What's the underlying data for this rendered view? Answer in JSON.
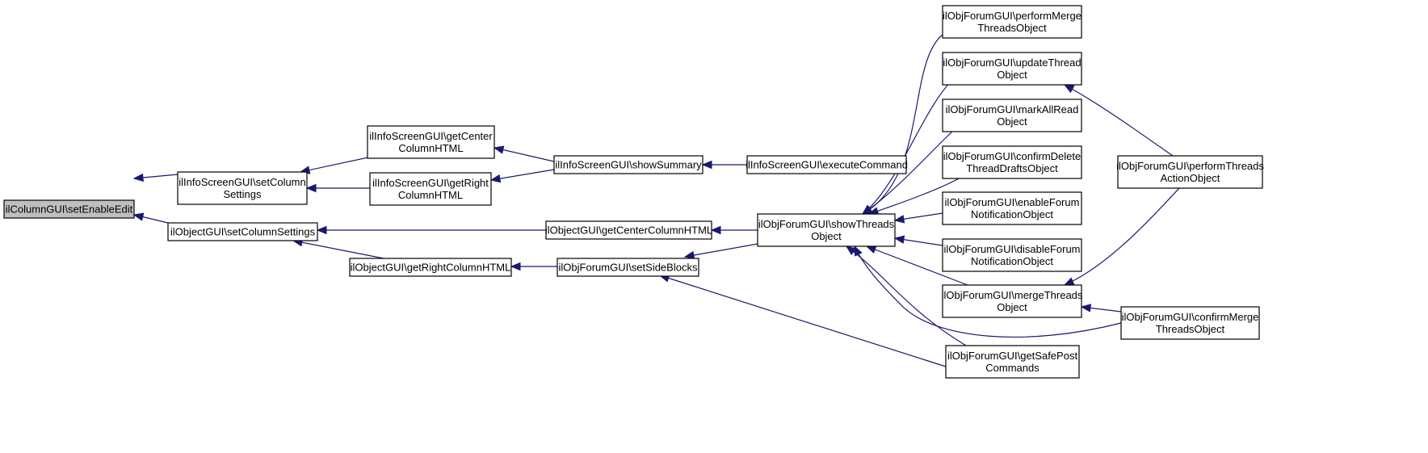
{
  "colors": {
    "edge": "#191970",
    "root_fill": "#bfbfbf",
    "node_fill": "#ffffff",
    "border": "#000000"
  },
  "nodes": [
    {
      "id": "n0",
      "lines": [
        "ilColumnGUI\\setEnableEdit"
      ],
      "root": true
    },
    {
      "id": "n1",
      "lines": [
        "ilInfoScreenGUI\\setColumn",
        "Settings"
      ]
    },
    {
      "id": "n2",
      "lines": [
        "ilObjectGUI\\setColumnSettings"
      ]
    },
    {
      "id": "n3",
      "lines": [
        "ilInfoScreenGUI\\getCenter",
        "ColumnHTML"
      ]
    },
    {
      "id": "n4",
      "lines": [
        "ilInfoScreenGUI\\getRight",
        "ColumnHTML"
      ]
    },
    {
      "id": "n5",
      "lines": [
        "ilObjectGUI\\getRightColumnHTML"
      ]
    },
    {
      "id": "n6",
      "lines": [
        "ilInfoScreenGUI\\showSummary"
      ]
    },
    {
      "id": "n7",
      "lines": [
        "ilObjectGUI\\getCenterColumnHTML"
      ]
    },
    {
      "id": "n8",
      "lines": [
        "ilObjForumGUI\\setSideBlocks"
      ]
    },
    {
      "id": "n9",
      "lines": [
        "ilInfoScreenGUI\\executeCommand"
      ]
    },
    {
      "id": "n10",
      "lines": [
        "ilObjForumGUI\\showThreads",
        "Object"
      ]
    },
    {
      "id": "n11",
      "lines": [
        "ilObjForumGUI\\performMerge",
        "ThreadsObject"
      ]
    },
    {
      "id": "n12",
      "lines": [
        "ilObjForumGUI\\updateThread",
        "Object"
      ]
    },
    {
      "id": "n13",
      "lines": [
        "ilObjForumGUI\\markAllRead",
        "Object"
      ]
    },
    {
      "id": "n14",
      "lines": [
        "ilObjForumGUI\\confirmDelete",
        "ThreadDraftsObject"
      ]
    },
    {
      "id": "n15",
      "lines": [
        "ilObjForumGUI\\enableForum",
        "NotificationObject"
      ]
    },
    {
      "id": "n16",
      "lines": [
        "ilObjForumGUI\\disableForum",
        "NotificationObject"
      ]
    },
    {
      "id": "n17",
      "lines": [
        "ilObjForumGUI\\mergeThreads",
        "Object"
      ]
    },
    {
      "id": "n18",
      "lines": [
        "ilObjForumGUI\\getSafePost",
        "Commands"
      ]
    },
    {
      "id": "n19",
      "lines": [
        "ilObjForumGUI\\performThreads",
        "ActionObject"
      ]
    },
    {
      "id": "n20",
      "lines": [
        "ilObjForumGUI\\confirmMerge",
        "ThreadsObject"
      ]
    }
  ],
  "edges": [
    {
      "from": "n1",
      "to": "n0"
    },
    {
      "from": "n2",
      "to": "n0"
    },
    {
      "from": "n3",
      "to": "n1"
    },
    {
      "from": "n4",
      "to": "n1"
    },
    {
      "from": "n7",
      "to": "n2"
    },
    {
      "from": "n5",
      "to": "n2"
    },
    {
      "from": "n6",
      "to": "n3"
    },
    {
      "from": "n6",
      "to": "n4"
    },
    {
      "from": "n8",
      "to": "n5"
    },
    {
      "from": "n9",
      "to": "n6"
    },
    {
      "from": "n10",
      "to": "n7"
    },
    {
      "from": "n10",
      "to": "n8"
    },
    {
      "from": "n18",
      "to": "n8"
    },
    {
      "from": "n11",
      "to": "n10"
    },
    {
      "from": "n12",
      "to": "n10"
    },
    {
      "from": "n13",
      "to": "n10"
    },
    {
      "from": "n14",
      "to": "n10"
    },
    {
      "from": "n15",
      "to": "n10"
    },
    {
      "from": "n16",
      "to": "n10"
    },
    {
      "from": "n17",
      "to": "n10"
    },
    {
      "from": "n18",
      "to": "n10"
    },
    {
      "from": "n20",
      "to": "n10"
    },
    {
      "from": "n19",
      "to": "n12"
    },
    {
      "from": "n19",
      "to": "n17"
    },
    {
      "from": "n20",
      "to": "n17"
    }
  ]
}
